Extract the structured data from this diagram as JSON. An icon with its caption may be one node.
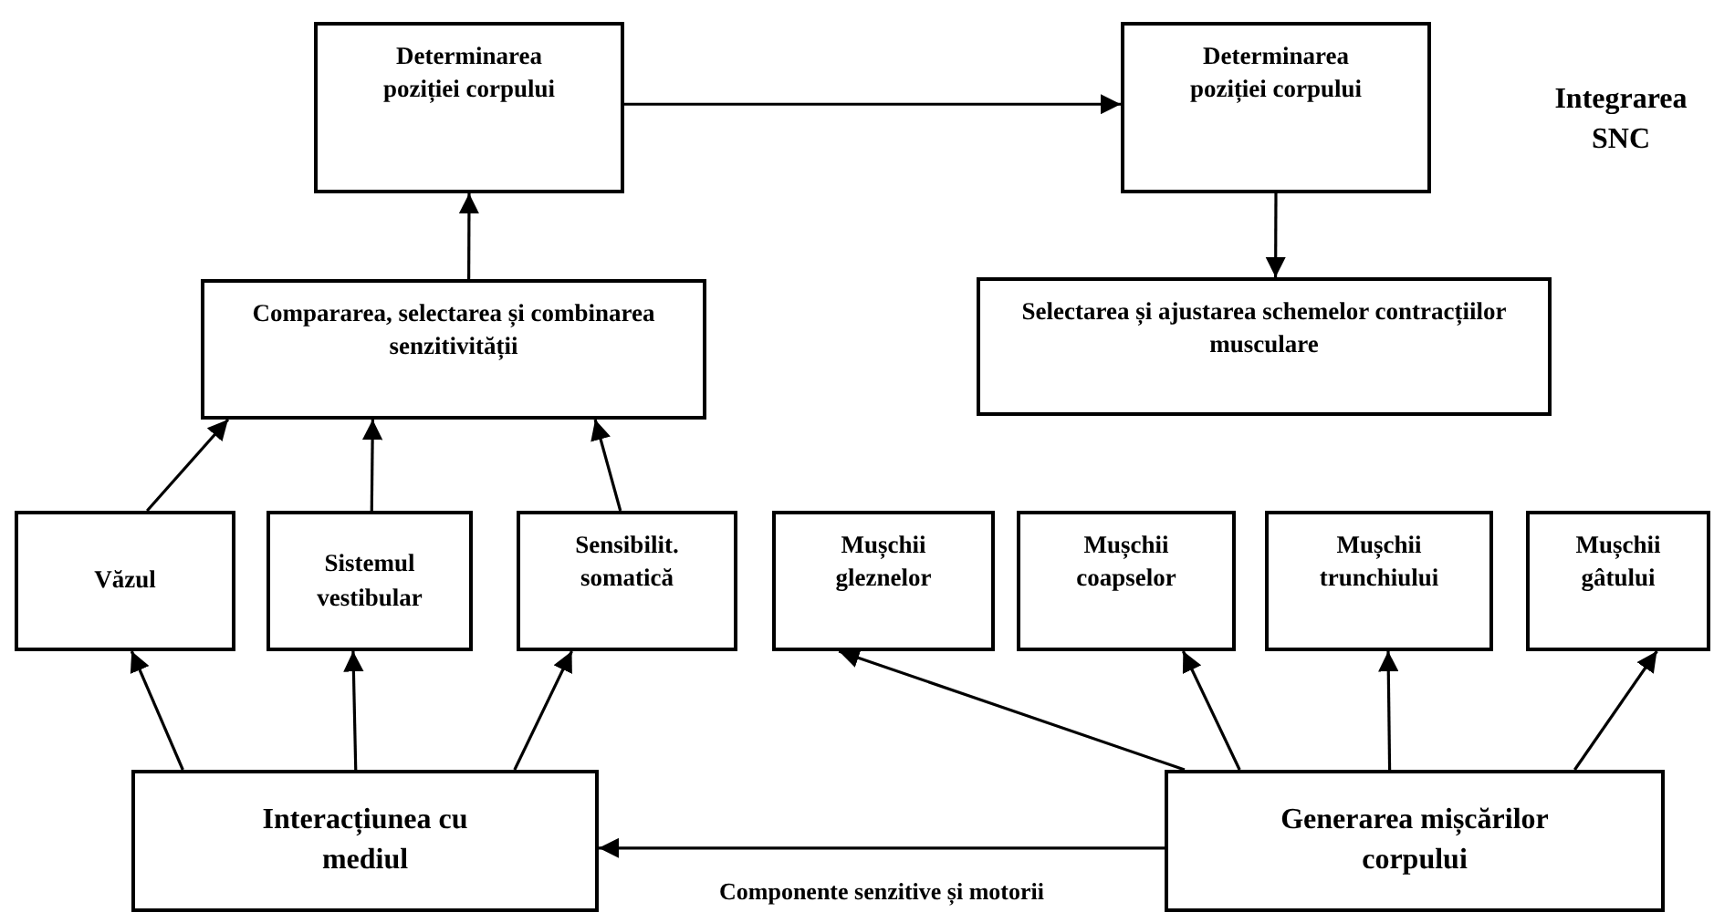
{
  "diagram": {
    "nodes": [
      {
        "text": [
          "Determinarea poziției corpului"
        ]
      },
      {
        "text": [
          "Determinarea poziției corpului"
        ]
      },
      {
        "text": [
          "Compararea, selectarea și combinarea senzitivității"
        ]
      },
      {
        "text": [
          "Selectarea și ajustarea  schemelor contracțiilor musculare"
        ]
      },
      {
        "text": [
          "Văzul"
        ]
      },
      {
        "text": [
          "Sistemul vestibular"
        ]
      },
      {
        "text": [
          "Sensibilit. somatică"
        ]
      },
      {
        "text": [
          "Mușchii gleznelor"
        ]
      },
      {
        "text": [
          "Mușchii coapselor"
        ]
      },
      {
        "text": [
          "Mușchii trunchiului"
        ]
      },
      {
        "text": [
          "Mușchii gâtului"
        ]
      },
      {
        "text": [
          "Interacțiunea cu mediul"
        ]
      },
      {
        "text": [
          "Generarea mișcărilor corpului"
        ]
      }
    ],
    "edges": [
      {
        "from": 0,
        "to": 1,
        "arrow": "to"
      },
      {
        "from": 2,
        "to": 0,
        "arrow": "to"
      },
      {
        "from": 1,
        "to": 3,
        "arrow": "to"
      },
      {
        "from": 4,
        "to": 2,
        "arrow": "to"
      },
      {
        "from": 5,
        "to": 2,
        "arrow": "to"
      },
      {
        "from": 6,
        "to": 2,
        "arrow": "to"
      },
      {
        "from": 11,
        "to": 4,
        "arrow": "to"
      },
      {
        "from": 11,
        "to": 5,
        "arrow": "to"
      },
      {
        "from": 11,
        "to": 6,
        "arrow": "to"
      },
      {
        "from": 12,
        "to": 7,
        "arrow": "to"
      },
      {
        "from": 12,
        "to": 8,
        "arrow": "to"
      },
      {
        "from": 12,
        "to": 9,
        "arrow": "to"
      },
      {
        "from": 12,
        "to": 10,
        "arrow": "to"
      },
      {
        "from": 12,
        "to": 11,
        "arrow": "to",
        "label": "Componente senzitive și motorii"
      }
    ],
    "labels": [
      "Integrarea SNC"
    ]
  }
}
